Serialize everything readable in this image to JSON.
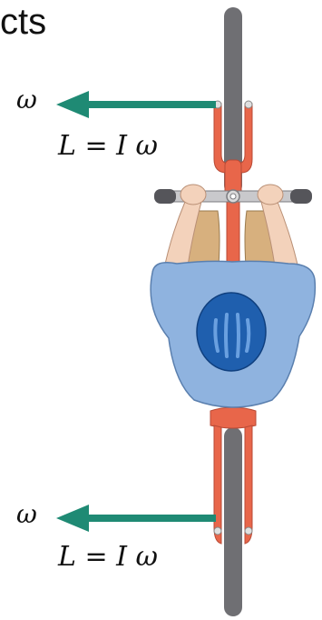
{
  "heading_fragment": "cts",
  "arrows": [
    {
      "symbol": "ω",
      "equation": "L = I ω"
    },
    {
      "symbol": "ω",
      "equation": "L = I ω"
    }
  ],
  "colors": {
    "arrow": "#1f8a74",
    "frame": "#e8664a",
    "tire": "#6f6f73",
    "shirt": "#8fb3df",
    "helmet": "#1f5fae",
    "skin": "#f3d2bb",
    "shorts": "#d7b07e"
  }
}
